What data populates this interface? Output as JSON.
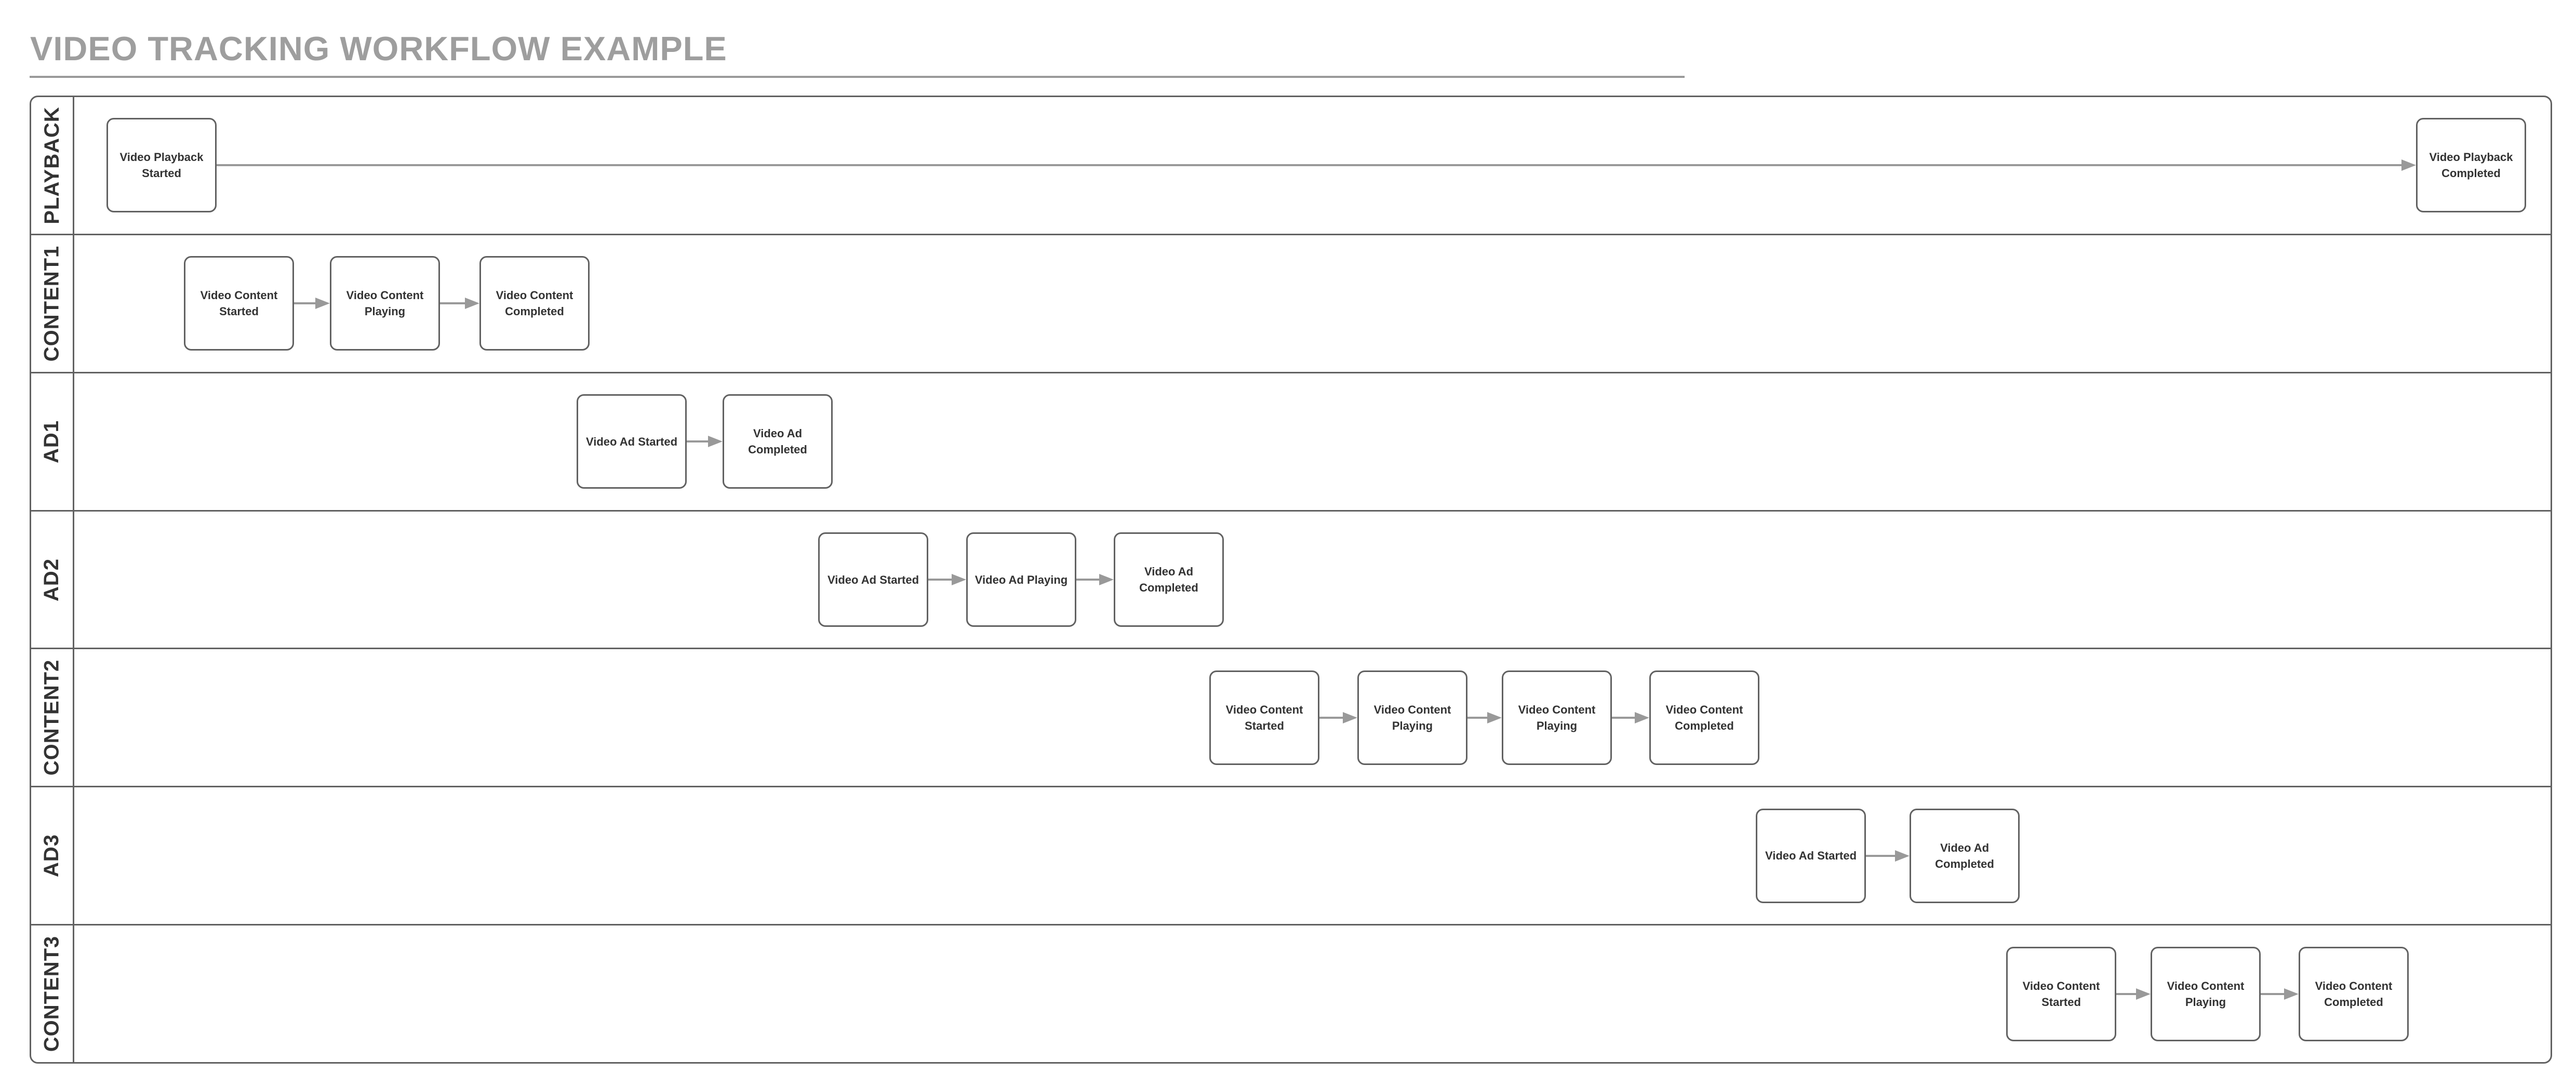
{
  "title": {
    "text": "VIDEO TRACKING WORKFLOW EXAMPLE"
  },
  "colors": {
    "background": "#ffffff",
    "title_text": "#9e9e9e",
    "title_rule": "#999999",
    "pool_border": "#616161",
    "node_border": "#616161",
    "node_text": "#333333",
    "lane_label_text": "#333333",
    "arrow": "#999999"
  },
  "lanes": [
    {
      "label": "PLAYBACK",
      "nodes": [
        "Video Playback Started",
        "Video Playback Completed"
      ]
    },
    {
      "label": "CONTENT1",
      "nodes": [
        "Video Content Started",
        "Video Content Playing",
        "Video Content Completed"
      ]
    },
    {
      "label": "AD1",
      "nodes": [
        "Video Ad Started",
        "Video Ad Completed"
      ]
    },
    {
      "label": "AD2",
      "nodes": [
        "Video Ad Started",
        "Video Ad Playing",
        "Video Ad Completed"
      ]
    },
    {
      "label": "CONTENT2",
      "nodes": [
        "Video Content Started",
        "Video Content Playing",
        "Video Content Playing",
        "Video Content Completed"
      ]
    },
    {
      "label": "AD3",
      "nodes": [
        "Video Ad Started",
        "Video Ad Completed"
      ]
    },
    {
      "label": "CONTENT3",
      "nodes": [
        "Video Content Started",
        "Video Content Playing",
        "Video Content Completed"
      ]
    }
  ]
}
